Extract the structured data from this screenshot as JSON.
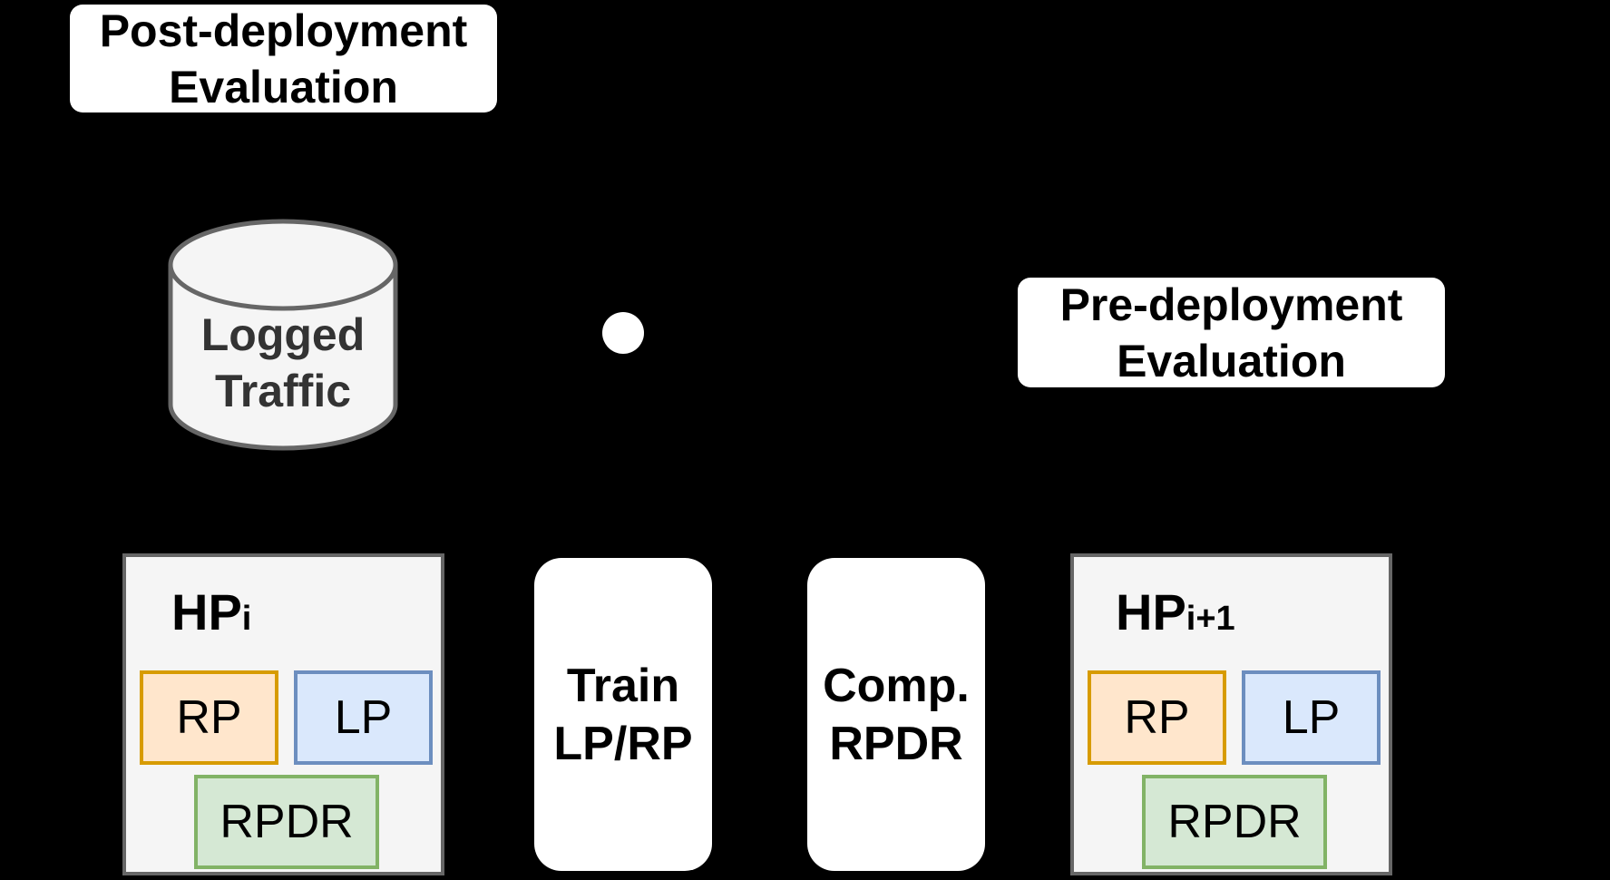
{
  "post_deployment": {
    "line1": "Post-deployment",
    "line2": "Evaluation"
  },
  "pre_deployment": {
    "line1": "Pre-deployment",
    "line2": "Evaluation"
  },
  "logged_traffic": {
    "line1": "Logged",
    "line2": "Traffic"
  },
  "hp_current": {
    "title": "HP",
    "subscript": "i",
    "rp": "RP",
    "lp": "LP",
    "rpdr": "RPDR"
  },
  "hp_next": {
    "title": "HP",
    "subscript": "i+1",
    "rp": "RP",
    "lp": "LP",
    "rpdr": "RPDR"
  },
  "train_step": {
    "line1": "Train",
    "line2": "LP/RP"
  },
  "comp_step": {
    "line1": "Comp.",
    "line2": "RPDR"
  },
  "colors": {
    "background": "#000000",
    "rp_fill": "#ffe6cc",
    "rp_stroke": "#d79b00",
    "lp_fill": "#dae8fc",
    "lp_stroke": "#6c8ebf",
    "rpdr_fill": "#d5e8d4",
    "rpdr_stroke": "#82b366",
    "panel_fill": "#f5f5f5",
    "panel_stroke": "#666666"
  }
}
